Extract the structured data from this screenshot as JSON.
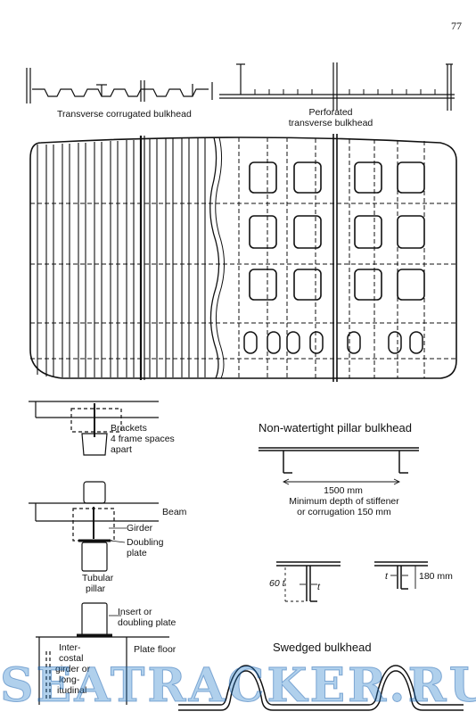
{
  "page_number": "77",
  "labels": {
    "corrugated": "Transverse corrugated bulkhead",
    "perforated_1": "Perforated",
    "perforated_2": "transverse bulkhead",
    "brackets_1": "Brackets",
    "brackets_2": "4 frame spaces",
    "brackets_3": "apart",
    "non_watertight": "Non-watertight pillar bulkhead",
    "dim_1500": "1500 mm",
    "min_depth_1": "Minimum depth of stiffener",
    "min_depth_2": "or corrugation 150 mm",
    "beam": "Beam",
    "girder": "Girder",
    "doubling_1": "Doubling",
    "doubling_2": "plate",
    "tubular_1": "Tubular",
    "tubular_2": "pillar",
    "t60": "60 t",
    "t_a": "t",
    "t_b": "t",
    "mm180": "180 mm",
    "insert_1": "Insert or",
    "insert_2": "doubling plate",
    "intercostal_1": "Inter-",
    "intercostal_2": "costal",
    "intercostal_3": "girder or",
    "intercostal_4": "long-",
    "intercostal_5": "itudinal",
    "plate_floor": "Plate  floor",
    "swedged": "Swedged bulkhead"
  },
  "watermark": "SEATRACKER.RU",
  "colors": {
    "ink": "#111111",
    "watermark": "#1e78c8"
  }
}
